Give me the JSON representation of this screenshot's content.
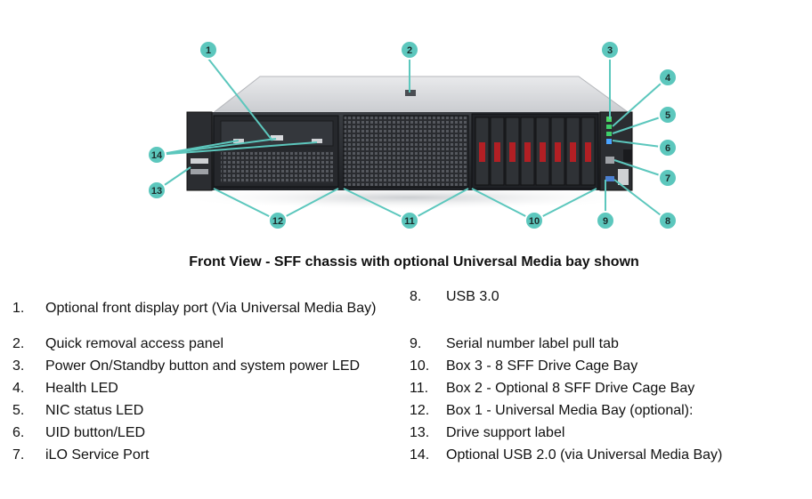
{
  "figure": {
    "caption": "Front View - SFF chassis with optional Universal Media bay shown",
    "callout_numbers": [
      "1",
      "2",
      "3",
      "4",
      "5",
      "6",
      "7",
      "8",
      "9",
      "10",
      "11",
      "12",
      "13",
      "14"
    ],
    "callout_color": "#5cc7bd"
  },
  "legend": {
    "left": [
      {
        "num": "1.",
        "text": "Optional front display port (Via Universal Media Bay)"
      },
      {
        "num": "2.",
        "text": "Quick removal access panel"
      },
      {
        "num": "3.",
        "text": "Power On/Standby button and system power LED"
      },
      {
        "num": "4.",
        "text": "Health LED"
      },
      {
        "num": "5.",
        "text": "NIC status LED"
      },
      {
        "num": "6.",
        "text": "UID button/LED"
      },
      {
        "num": "7.",
        "text": "iLO Service Port"
      }
    ],
    "right": [
      {
        "num": "8.",
        "text": "USB 3.0"
      },
      {
        "num": "9.",
        "text": "Serial number label pull tab"
      },
      {
        "num": "10.",
        "text": "Box 3 -  8 SFF Drive Cage Bay"
      },
      {
        "num": "11.",
        "text": "Box 2 - Optional 8 SFF Drive Cage Bay"
      },
      {
        "num": "12.",
        "text": "Box 1 - Universal Media Bay (optional):"
      },
      {
        "num": "13.",
        "text": "Drive support label"
      },
      {
        "num": "14.",
        "text": "Optional USB 2.0 (via Universal Media Bay)"
      }
    ]
  }
}
